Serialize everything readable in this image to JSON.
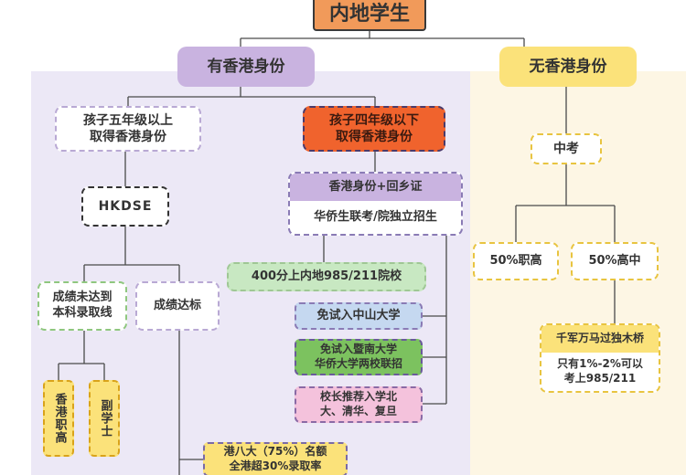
{
  "root": {
    "label": "内地学生",
    "color": "#f19a5a",
    "border": "#3a3a3a"
  },
  "left_panel": {
    "bg": "#ece8f6"
  },
  "right_panel": {
    "bg": "#fdf6e4"
  },
  "with_id": {
    "label": "有香港身份",
    "color": "#c9b3e0"
  },
  "without_id": {
    "label": "无香港身份",
    "color": "#fbe27a"
  },
  "grade5": {
    "label": "孩子五年级以上\n取得香港身份",
    "border": "#b9a9d4"
  },
  "grade4": {
    "label": "孩子四年级以下\n取得香港身份",
    "color": "#f0632d",
    "border": "#4a3a6a"
  },
  "hkdse": {
    "label": "HKDSE"
  },
  "id_card": {
    "label": "香港身份+回乡证",
    "color": "#c9b3e0"
  },
  "joint_exam": {
    "label": "华侨生联考/院独立招生"
  },
  "score400": {
    "label": "400分上内地985/211院校",
    "color": "#c8e8c2",
    "border": "#9fc795"
  },
  "below_line": {
    "label": "成绩未达到\n本科录取线",
    "border": "#8fc77f"
  },
  "pass_line": {
    "label": "成绩达标",
    "border": "#b9a9d4"
  },
  "hk_vocational": {
    "label": "香港职高",
    "color": "#fbe27a",
    "border": "#d9a31a"
  },
  "associate": {
    "label": "副学士",
    "color": "#fbe27a",
    "border": "#d9a31a"
  },
  "sysu": {
    "label": "免试入中山大学",
    "color": "#c5d8f0",
    "border": "#8a7bb5"
  },
  "jinan": {
    "label": "免试入暨南大学\n华侨大学两校联招",
    "color": "#7cc25f",
    "border": "#6a5a9a"
  },
  "principal": {
    "label": "校长推荐入学北\n大、清华、复旦",
    "color": "#f4c2dc",
    "border": "#8a6aa5"
  },
  "hk_top8": {
    "label": "港八大（75%）名额\n全港超30%录取率",
    "color": "#fbe27a",
    "border": "#7a6aa5"
  },
  "zhongkao": {
    "label": "中考",
    "border": "#e8c440"
  },
  "vocational50": {
    "label": "50%职高",
    "border": "#e8c440"
  },
  "highschool50": {
    "label": "50%高中",
    "border": "#e8c440"
  },
  "bridge": {
    "title": "千军万马过独木桥",
    "title_color": "#fbe27a",
    "desc": "只有1%-2%可以\n考上985/211",
    "border": "#e8c440"
  },
  "line_color": "#4a4a4a"
}
